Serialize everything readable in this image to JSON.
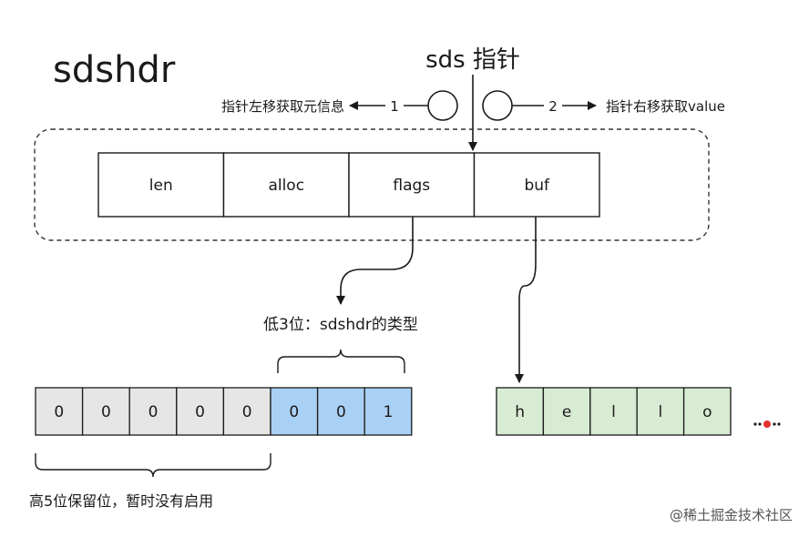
{
  "title": "sdshdr",
  "pointer_label": "sds 指针",
  "left_annotation": "指针左移获取元信息",
  "right_annotation": "指针右移获取value",
  "left_step": "1",
  "right_step": "2",
  "fields": [
    "len",
    "alloc",
    "flags",
    "buf"
  ],
  "low_bits_label": "低3位：sdshdr的类型",
  "high_bits_label": "高5位保留位，暂时没有启用",
  "bits": [
    "0",
    "0",
    "0",
    "0",
    "0",
    "0",
    "0",
    "1"
  ],
  "buf_chars": [
    "h",
    "e",
    "l",
    "l",
    "o"
  ],
  "watermark": "@稀土掘金技术社区",
  "colors": {
    "gray_cell": "#e6e6e6",
    "blue_cell": "#a9d0f5",
    "green_cell": "#d8ecd3",
    "red_dot": "#e03030"
  }
}
